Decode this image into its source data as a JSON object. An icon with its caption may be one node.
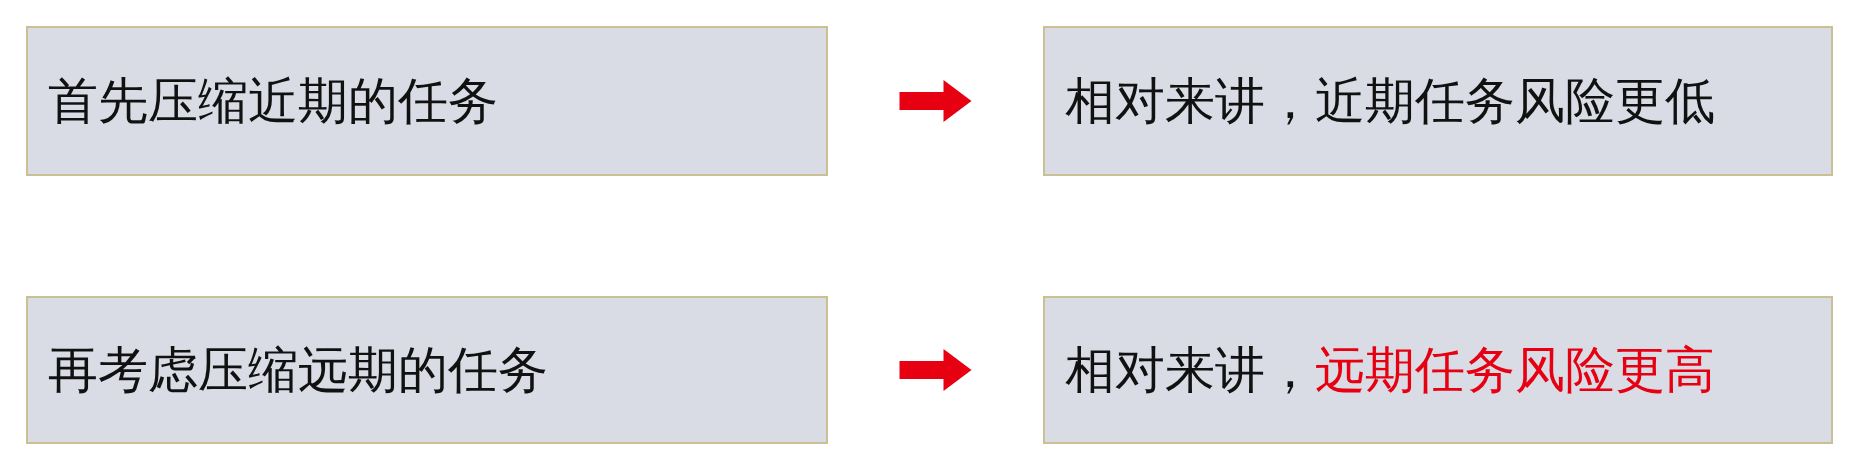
{
  "diagram": {
    "nodes": [
      {
        "text": [
          "首先压缩近期的任务"
        ]
      },
      {
        "text": [
          "相对来讲，近期任务风险更低"
        ]
      },
      {
        "text": [
          "再考虑压缩远期的任务"
        ]
      },
      {
        "text": [
          "相对来讲，",
          "远期任务风险更高"
        ]
      }
    ],
    "edges": [
      {
        "from": 0,
        "to": 1,
        "arrow": "to",
        "style": "thick",
        "color": "#e60012"
      },
      {
        "from": 2,
        "to": 3,
        "arrow": "to",
        "style": "thick",
        "color": "#e60012"
      }
    ]
  }
}
